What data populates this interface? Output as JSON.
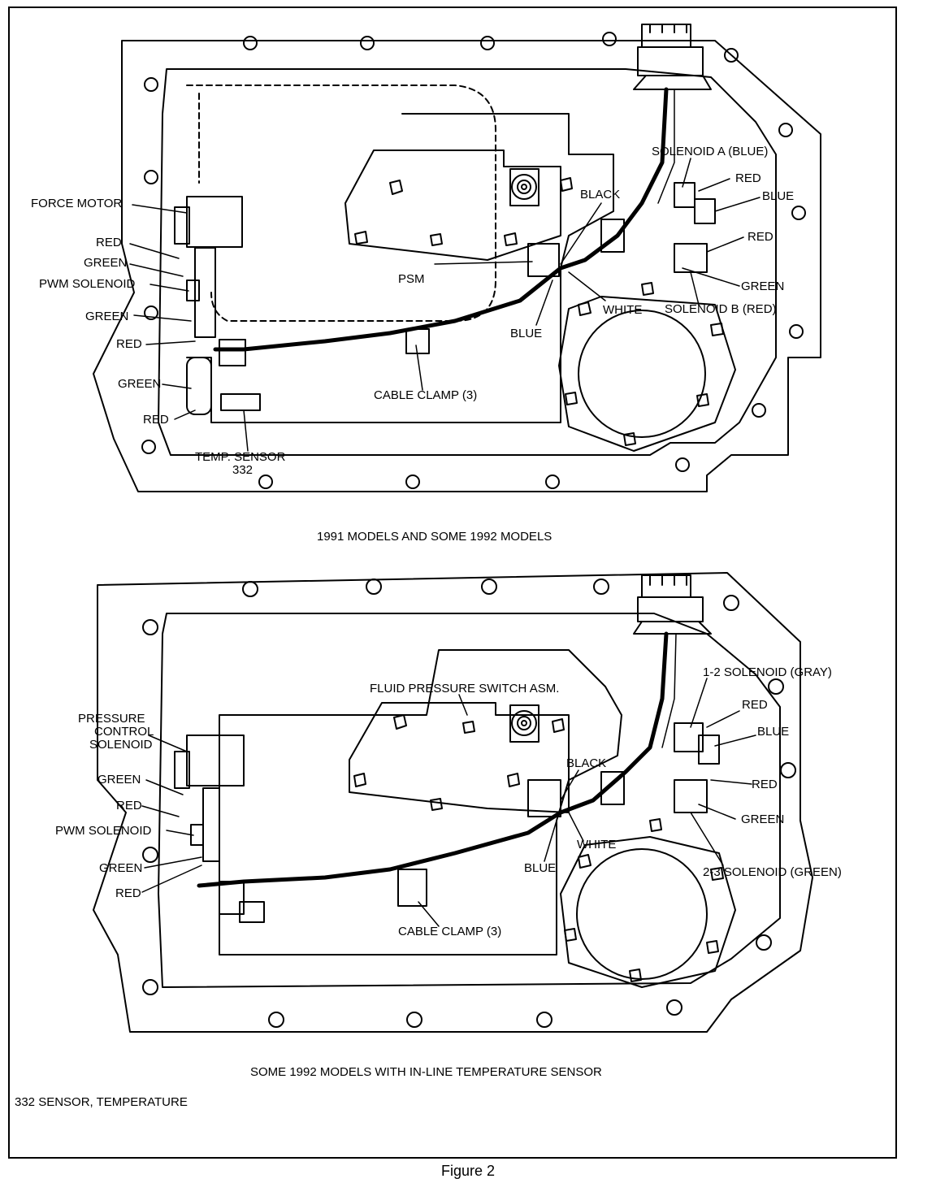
{
  "figure_label": "Figure 2",
  "top_diagram": {
    "caption": "1991 MODELS AND SOME 1992 MODELS",
    "labels": {
      "force_motor": "FORCE MOTOR",
      "red_1": "RED",
      "green_1": "GREEN",
      "pwm_solenoid": "PWM SOLENOID",
      "green_2": "GREEN",
      "red_2": "RED",
      "green_3": "GREEN",
      "red_3": "RED",
      "temp_sensor": "TEMP. SENSOR",
      "temp_sensor_ref": "332",
      "psm": "PSM",
      "cable_clamp": "CABLE CLAMP (3)",
      "blue_1": "BLUE",
      "black": "BLACK",
      "white": "WHITE",
      "solenoid_a": "SOLENOID A (BLUE)",
      "red_4": "RED",
      "blue_2": "BLUE",
      "red_5": "RED",
      "green_4": "GREEN",
      "solenoid_b": "SOLENOID B (RED)"
    }
  },
  "bottom_diagram": {
    "caption": "SOME 1992 MODELS WITH IN-LINE TEMPERATURE SENSOR",
    "labels": {
      "pressure_line1": "PRESSURE",
      "pressure_line2": "CONTROL",
      "pressure_line3": "SOLENOID",
      "green_1": "GREEN",
      "red_1": "RED",
      "pwm_solenoid": "PWM SOLENOID",
      "green_2": "GREEN",
      "red_2": "RED",
      "fluid_pressure_switch": "FLUID PRESSURE SWITCH ASM.",
      "cable_clamp": "CABLE CLAMP (3)",
      "blue_1": "BLUE",
      "black": "BLACK",
      "white": "WHITE",
      "solenoid_12": "1-2 SOLENOID (GRAY)",
      "red_3": "RED",
      "blue_2": "BLUE",
      "red_4": "RED",
      "green_3": "GREEN",
      "solenoid_23": "2-3 SOLENOID (GREEN)"
    }
  },
  "legend_note": "332  SENSOR, TEMPERATURE"
}
